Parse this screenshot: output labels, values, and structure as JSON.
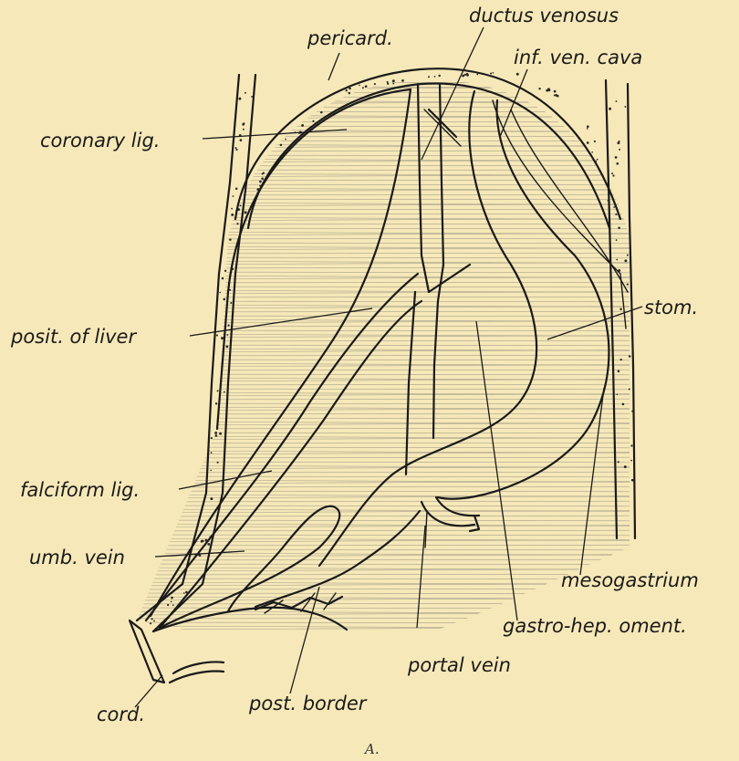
{
  "labels": {
    "pericard": "pericard.",
    "ductus_venosus": "ductus venosus",
    "inf_ven_cava": "inf. ven. cava",
    "coronary_lig": "coronary lig.",
    "stom": "stom.",
    "posit_of_liver": "posit. of liver",
    "falciform_lig": "falciform lig.",
    "umb_vein": "umb. vein",
    "mesogastrium": "mesogastrium",
    "gastro_hep_oment": "gastro-hep. oment.",
    "portal_vein": "portal vein",
    "cord": "cord.",
    "post_border": "post. border"
  },
  "caption": "A.",
  "colors": {
    "paper": "#f6e8b8",
    "ink": "#1a1a1a"
  }
}
